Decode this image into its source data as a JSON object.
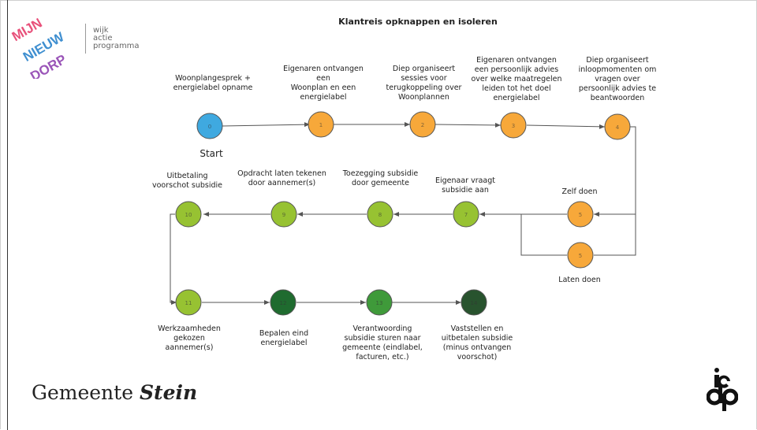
{
  "title": "Klantreis opknappen en isoleren",
  "logo": {
    "letters": "MIJN NIEUW DORP",
    "tagline": [
      "wijk",
      "actie",
      "programma"
    ]
  },
  "start_label": "Start",
  "colors": {
    "start": "#3fa9e0",
    "orange": "#f7a83a",
    "lime": "#97c232",
    "mid_green": "#3f9a3a",
    "dark_green": "#1f6b2f",
    "darkest_green": "#28532e",
    "line": "#555555"
  },
  "steps": [
    {
      "id": "s0",
      "num": "0",
      "label": "Woonplangesprek +\nenergielabel opname",
      "color": "start"
    },
    {
      "id": "s1",
      "num": "1",
      "label": "Eigenaren ontvangen\neen\nWoonplan en een\nenergielabel",
      "color": "orange"
    },
    {
      "id": "s2",
      "num": "2",
      "label": "Diep organiseert\nsessies voor\nterugkoppeling over\nWoonplannen",
      "color": "orange"
    },
    {
      "id": "s3",
      "num": "3",
      "label": "Eigenaren ontvangen\neen persoonlijk advies\nover welke maatregelen\nleiden tot het doel\nenergielabel",
      "color": "orange"
    },
    {
      "id": "s4",
      "num": "4",
      "label": "Diep organiseert\ninloopmomenten om\nvragen over\npersoonlijk advies te\nbeantwoorden",
      "color": "orange"
    },
    {
      "id": "s5a",
      "num": "5",
      "label": "Zelf doen",
      "color": "orange"
    },
    {
      "id": "s5b",
      "num": "5",
      "label": "Laten doen",
      "color": "orange"
    },
    {
      "id": "s6",
      "num": "7",
      "label": "Eigenaar vraagt\nsubsidie aan",
      "color": "lime"
    },
    {
      "id": "s7",
      "num": "8",
      "label": "Toezegging subsidie\ndoor gemeente",
      "color": "lime"
    },
    {
      "id": "s8",
      "num": "9",
      "label": "Opdracht laten tekenen\ndoor aannemer(s)",
      "color": "lime"
    },
    {
      "id": "s9",
      "num": "10",
      "label": "Uitbetaling\nvoorschot subsidie",
      "color": "lime"
    },
    {
      "id": "s10",
      "num": "11",
      "label": "Werkzaamheden\ngekozen\naannemer(s)",
      "color": "lime"
    },
    {
      "id": "s11",
      "num": "12",
      "label": "Bepalen eind\nenergielabel",
      "color": "dark_green"
    },
    {
      "id": "s12",
      "num": "13",
      "label": "Verantwoording\nsubsidie sturen naar\ngemeente (eindlabel,\nfacturen, etc.)",
      "color": "mid_green"
    },
    {
      "id": "s13",
      "num": "14",
      "label": "Vaststellen en\nuitbetalen subsidie\n(minus ontvangen\nvoorschot)",
      "color": "darkest_green"
    }
  ],
  "footer": {
    "municipality_prefix": "Gemeente",
    "municipality_name": "Stein",
    "partner_logo": "ie dp"
  }
}
